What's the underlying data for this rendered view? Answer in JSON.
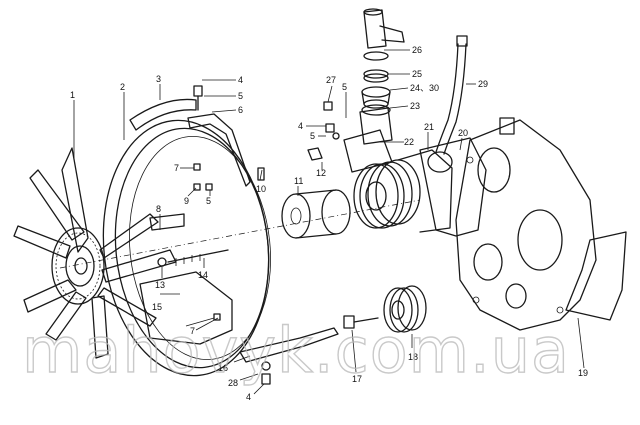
{
  "callouts": {
    "c1": "1",
    "c2": "2",
    "c3": "3",
    "c4a": "4",
    "c4b": "4",
    "c4c": "4",
    "c5a": "5",
    "c5b": "5",
    "c5c": "5",
    "c5d": "5",
    "c6": "6",
    "c7a": "7",
    "c7b": "7",
    "c8": "8",
    "c9": "9",
    "c10": "10",
    "c11": "11",
    "c12": "12",
    "c13": "13",
    "c14": "14",
    "c15": "15",
    "c16": "16",
    "c17": "17",
    "c18": "18",
    "c19": "19",
    "c20": "20",
    "c21": "21",
    "c22": "22",
    "c23": "23",
    "c2430": "24、30",
    "c25": "25",
    "c26": "26",
    "c27": "27",
    "c28": "28",
    "c29": "29"
  },
  "watermark": "mahovyk.com.ua",
  "colors": {
    "line": "#1a1a1a",
    "watermark": "#b8b8b8",
    "background": "#ffffff"
  }
}
